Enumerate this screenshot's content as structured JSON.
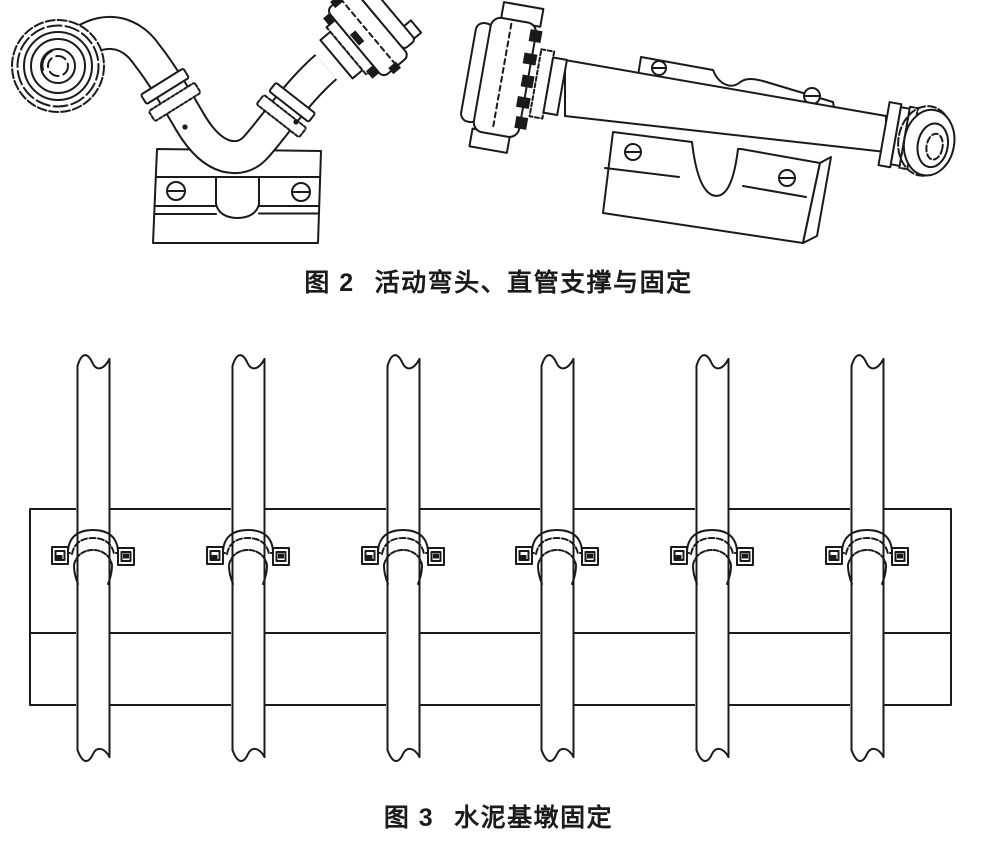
{
  "page": {
    "background": "#ffffff",
    "line_color": "#1a1a1a"
  },
  "icons": {
    "slotted-screw-icon": "⊖"
  },
  "figures": [
    {
      "label": "图 2",
      "caption": "活动弯头、直管支撑与固定"
    },
    {
      "label": "图 3",
      "caption": "水泥基墩固定"
    }
  ],
  "figure3": {
    "pipe_count": 6,
    "pipe_positions": [
      93,
      248,
      403,
      557,
      712,
      867
    ]
  }
}
